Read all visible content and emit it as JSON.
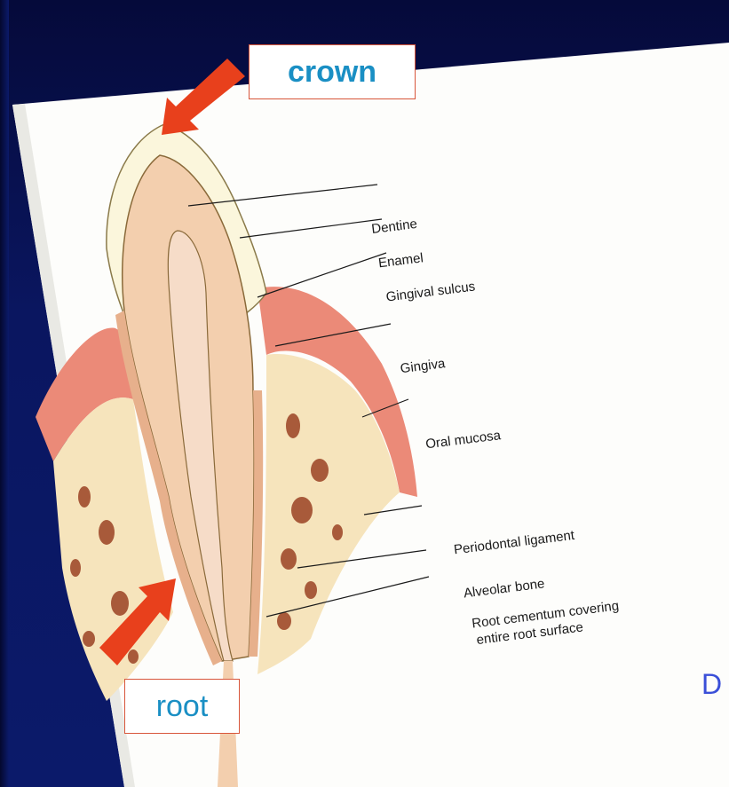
{
  "callouts": {
    "crown": "crown",
    "root": "root"
  },
  "labels": [
    "Dentine",
    "Enamel",
    "Gingival sulcus",
    "Gingiva",
    "Oral mucosa",
    "Periodontal ligament",
    "Alveolar bone",
    "Root cementum covering",
    "entire root surface"
  ],
  "slide_text_fragment": "D",
  "colors": {
    "slide_background": "#0b1a6a",
    "arrow": "#e8401c",
    "callout_text": "#1a8fc4",
    "callout_border": "#d8553a",
    "enamel": "#fbf6dc",
    "dentine": "#f3cfae",
    "gingiva": "#eb8a78",
    "bone": "#f6e4bc"
  }
}
